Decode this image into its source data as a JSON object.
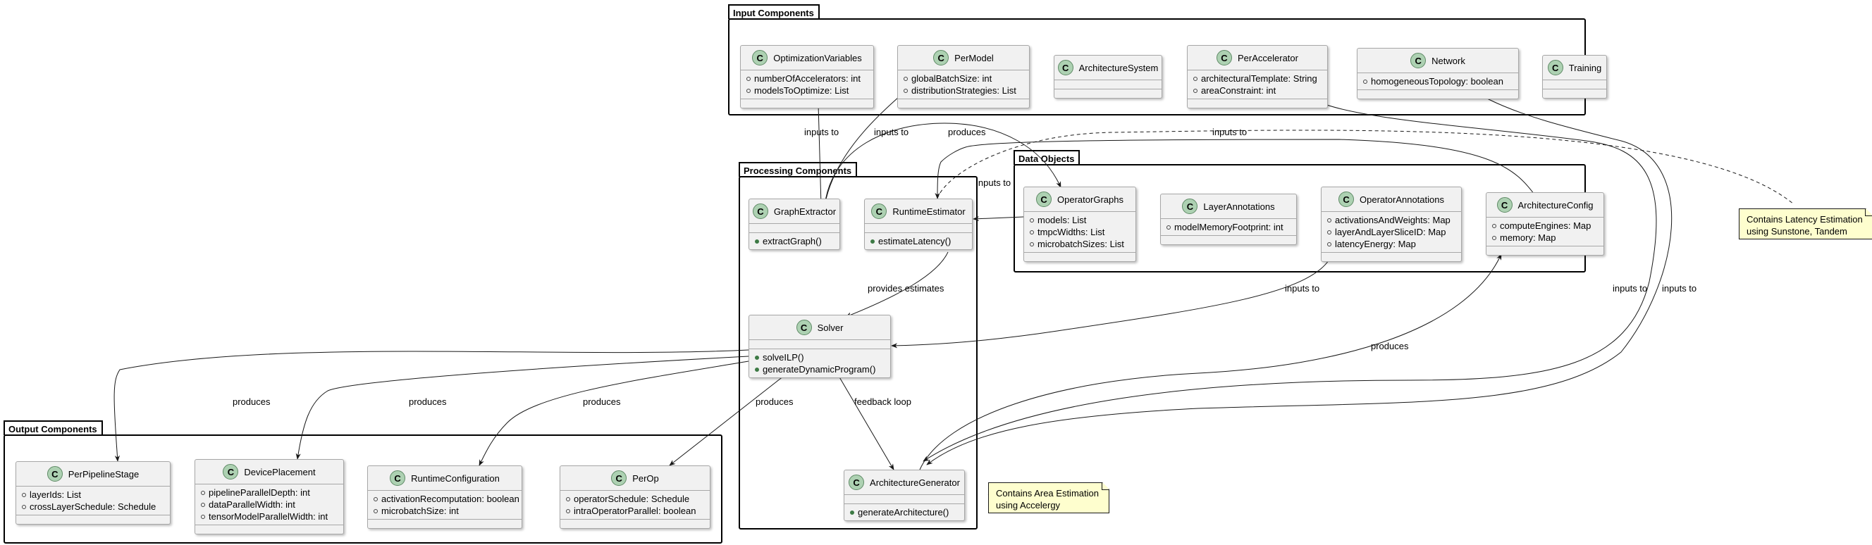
{
  "packages": {
    "input": "Input Components",
    "processing": "Processing Components",
    "data": "Data Objects",
    "output": "Output Components"
  },
  "classes": {
    "OptimizationVariables": {
      "name": "OptimizationVariables",
      "fields": [
        "numberOfAccelerators: int",
        "modelsToOptimize: List"
      ],
      "methods": []
    },
    "PerModel": {
      "name": "PerModel",
      "fields": [
        "globalBatchSize: int",
        "distributionStrategies: List"
      ],
      "methods": []
    },
    "ArchitectureSystem": {
      "name": "ArchitectureSystem",
      "fields": [],
      "methods": []
    },
    "PerAccelerator": {
      "name": "PerAccelerator",
      "fields": [
        "architecturalTemplate: String",
        "areaConstraint: int"
      ],
      "methods": []
    },
    "Network": {
      "name": "Network",
      "fields": [
        "homogeneousTopology: boolean"
      ],
      "methods": []
    },
    "Training": {
      "name": "Training",
      "fields": [],
      "methods": []
    },
    "GraphExtractor": {
      "name": "GraphExtractor",
      "fields": [],
      "methods": [
        "extractGraph()"
      ]
    },
    "RuntimeEstimator": {
      "name": "RuntimeEstimator",
      "fields": [],
      "methods": [
        "estimateLatency()"
      ]
    },
    "Solver": {
      "name": "Solver",
      "fields": [],
      "methods": [
        "solveILP()",
        "generateDynamicProgram()"
      ]
    },
    "ArchitectureGenerator": {
      "name": "ArchitectureGenerator",
      "fields": [],
      "methods": [
        "generateArchitecture()"
      ]
    },
    "OperatorGraphs": {
      "name": "OperatorGraphs",
      "fields": [
        "models: List",
        "tmpcWidths: List",
        "microbatchSizes: List"
      ],
      "methods": []
    },
    "LayerAnnotations": {
      "name": "LayerAnnotations",
      "fields": [
        "modelMemoryFootprint: int"
      ],
      "methods": []
    },
    "OperatorAnnotations": {
      "name": "OperatorAnnotations",
      "fields": [
        "activationsAndWeights: Map",
        "layerAndLayerSliceID: Map",
        "latencyEnergy: Map"
      ],
      "methods": []
    },
    "ArchitectureConfig": {
      "name": "ArchitectureConfig",
      "fields": [
        "computeEngines: Map",
        "memory: Map"
      ],
      "methods": []
    },
    "PerPipelineStage": {
      "name": "PerPipelineStage",
      "fields": [
        "layerIds: List",
        "crossLayerSchedule: Schedule"
      ],
      "methods": []
    },
    "DevicePlacement": {
      "name": "DevicePlacement",
      "fields": [
        "pipelineParallelDepth: int",
        "dataParallelWidth: int",
        "tensorModelParallelWidth: int"
      ],
      "methods": []
    },
    "RuntimeConfiguration": {
      "name": "RuntimeConfiguration",
      "fields": [
        "activationRecomputation: boolean",
        "microbatchSize: int"
      ],
      "methods": []
    },
    "PerOp": {
      "name": "PerOp",
      "fields": [
        "operatorSchedule: Schedule",
        "intraOperatorParallel: boolean"
      ],
      "methods": []
    }
  },
  "class_icon_letter": "C",
  "notes": {
    "latency": [
      "Contains Latency Estimation",
      "using Sunstone, Tandem"
    ],
    "area": [
      "Contains Area Estimation",
      "using Accelergy"
    ]
  },
  "edge_labels": {
    "opt_to_ge": "inputs to",
    "pm_to_ge": "inputs to",
    "ge_to_og": "produces",
    "ac_to_re": "inputs to",
    "og_to_re": "inputs to",
    "re_to_solver": "provides estimates",
    "oa_to_solver": "inputs to",
    "pa_to_ag": "inputs to",
    "net_to_ag": "inputs to",
    "ag_to_ac": "produces",
    "solver_to_pps": "produces",
    "solver_to_dp": "produces",
    "solver_to_rc": "produces",
    "solver_to_po": "produces",
    "solver_to_ag": "feedback loop"
  },
  "colors": {
    "class_bg": "#f1f1f1",
    "class_icon": "#add1b2",
    "note_bg": "#fefece",
    "line": "#181818"
  }
}
